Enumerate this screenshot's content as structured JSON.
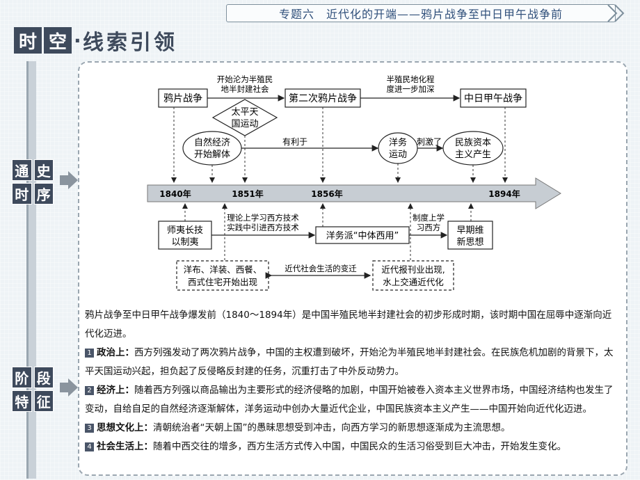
{
  "header": {
    "title": "专题六　近代化的开端——鸦片战争至中日甲午战争前"
  },
  "banner": {
    "chars": [
      "时",
      "空"
    ],
    "dot": "·",
    "rest": "线索引领"
  },
  "sidebar": {
    "block1": [
      "通",
      "史",
      "时",
      "序"
    ],
    "block2": [
      "阶",
      "段",
      "特",
      "征"
    ]
  },
  "diagram": {
    "top_events": [
      "鸦片战争",
      "第二次鸦片战争",
      "中日甲午战争"
    ],
    "arrow1_label": [
      "开始沦为半殖民",
      "地半封建社会"
    ],
    "arrow2_label": [
      "半殖民地化程",
      "度进一步加深"
    ],
    "taiping": [
      "太平天",
      "国运动"
    ],
    "natural_economy": [
      "自然经济",
      "开始解体"
    ],
    "favorable": "有利于",
    "westernization": [
      "洋务",
      "运动"
    ],
    "stimulated": "刺激了",
    "national_capital": [
      "民族资本",
      "主义产生"
    ],
    "years": [
      "1840年",
      "1851年",
      "1856年",
      "1894年"
    ],
    "shiyi": [
      "师夷长技",
      "以制夷"
    ],
    "theory_label": [
      "理论上学习西方技术",
      "实践中引进西方技术"
    ],
    "yangwu_pai": "洋务派“中体西用”",
    "system_label": [
      "制度上学",
      "习西方"
    ],
    "early_reform": [
      "早期维",
      "新思想"
    ],
    "life_left": [
      "洋布、洋装、西餐、",
      "西式住宅开始出现"
    ],
    "life_label": "近代社会生活的变迁",
    "life_right": [
      "近代报刊业出现,",
      "水上交通近代化"
    ]
  },
  "summary": {
    "intro": "鸦片战争至中日甲午战争爆发前（1840～1894年）是中国半殖民地半封建社会的初步形成时期，该时期中国在屈辱中逐渐向近代化迈进。",
    "items": [
      {
        "num": "1",
        "label": "政治上：",
        "text": "西方列强发动了两次鸦片战争，中国的主权遭到破坏，开始沦为半殖民地半封建社会。在民族危机加剧的背景下，太平天国运动兴起，担负起了反侵略反封建的任务，沉重打击了中外反动势力。"
      },
      {
        "num": "2",
        "label": "经济上：",
        "text": "随着西方列强以商品输出为主要形式的经济侵略的加剧，中国开始被卷入资本主义世界市场，中国经济结构也发生了变动，自给自足的自然经济逐渐解体，洋务运动中创办大量近代企业，中国民族资本主义产生——中国开始向近代化迈进。"
      },
      {
        "num": "3",
        "label": "思想文化上：",
        "text": "清朝统治者“天朝上国”的愚昧思想受到冲击，向西方学习的新思想逐渐成为主流思想。"
      },
      {
        "num": "4",
        "label": "社会生活上：",
        "text": "随着中西交往的增多，西方生活方式传入中国，中国民众的生活习俗受到巨大冲击，开始发生变化。"
      }
    ]
  }
}
